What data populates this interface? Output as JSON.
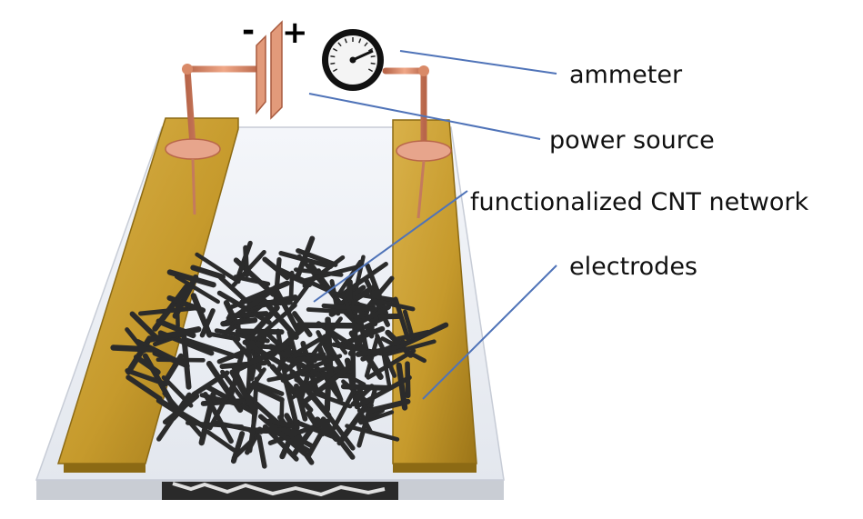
{
  "polarity": {
    "negative": "-",
    "positive": "+"
  },
  "labels": {
    "ammeter": "ammeter",
    "power_source": "power source",
    "network": "functionalized CNT network",
    "electrodes": "electrodes"
  },
  "colors": {
    "electrode": "#c9a032",
    "electrode_dark": "#8c6a14",
    "copper": "#d98a68",
    "cnt": "#2b2b2b",
    "substrate": "#e9ecf2",
    "leader": "#4f73b8"
  },
  "icons": {
    "meter": "ammeter-gauge-icon",
    "source": "power-source-plates-icon"
  }
}
